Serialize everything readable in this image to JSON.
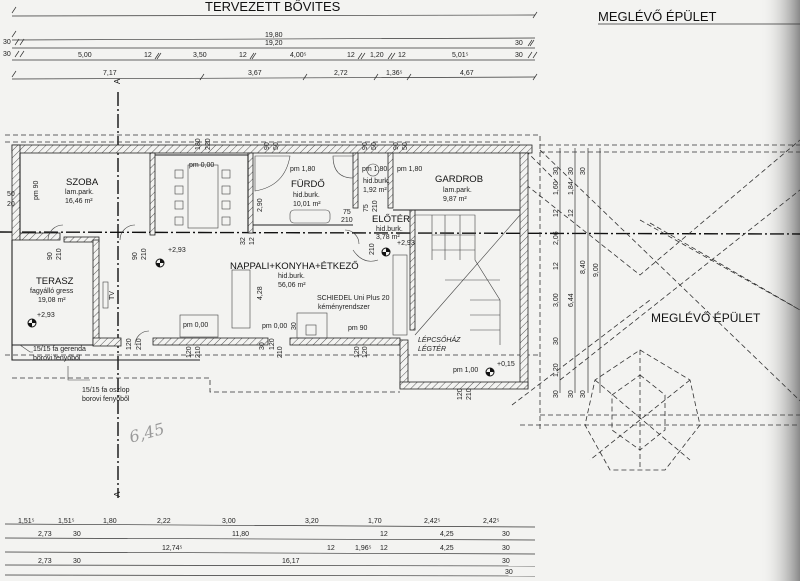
{
  "titles": {
    "planned_extension": "TERVEZETT BŐVITES",
    "existing_building_top": "MEGLÉVŐ ÉPÜLET",
    "existing_building_main": "MEGLÉVŐ ÉPÜLET",
    "section_mark": "A"
  },
  "top_dims": {
    "row1": [
      "19,80"
    ],
    "row2": [
      "30",
      "19,20",
      "30"
    ],
    "row3": [
      "30",
      "5,00",
      "12",
      "3,50",
      "12",
      "4,00⁵",
      "12",
      "1,20",
      "12",
      "5,01⁵",
      "30"
    ],
    "row4": [
      "7,17",
      "3,67",
      "2,72",
      "1,36⁵",
      "4,67"
    ]
  },
  "bottom_dims": {
    "row1": [
      "1,51⁵",
      "1,51⁵",
      "1,80",
      "2,22",
      "3,00",
      "3,20",
      "1,70",
      "2,42⁵",
      "2,42⁵"
    ],
    "row2": [
      "2,73",
      "30",
      "11,80",
      "12",
      "4,25",
      "30"
    ],
    "row3": [
      "12,74⁵",
      "12",
      "1,96⁵",
      "12",
      "4,25",
      "30"
    ],
    "row4": [
      "2,73",
      "30",
      "16,17",
      "30"
    ]
  },
  "right_dims": {
    "col1": [
      "30",
      "1,60",
      "12",
      "2,06",
      "12",
      "3,00",
      "30",
      "1,20",
      "30"
    ],
    "col2": [
      "30",
      "1,84",
      "12",
      "6,44",
      "30"
    ],
    "col3": [
      "30",
      "8,40",
      "30"
    ],
    "col4": [
      "9,00"
    ]
  },
  "rooms": {
    "szoba": {
      "name": "SZOBA",
      "floor": "lam.park.",
      "area": "16,46 m²"
    },
    "furdo": {
      "name": "FÜRDŐ",
      "floor": "hid.burk.",
      "area": "10,01 m²",
      "level": "pm 1,80"
    },
    "wc": {
      "level": "pm 1,80",
      "floor": "hid.burk.",
      "area": "1,92 m²"
    },
    "gardrob": {
      "name": "GARDROB",
      "floor": "lam.park.",
      "area": "9,87 m²",
      "level": "pm 1,80"
    },
    "eloter": {
      "name": "ELŐTÉR",
      "floor": "hid.burk.",
      "area": "3,78 m²"
    },
    "terasz": {
      "name": "TERASZ",
      "floor": "fagyálló gress",
      "area": "19,08 m²"
    },
    "nappali": {
      "name": "NAPPALI+KONYHA+ÉTKEZŐ",
      "floor": "hid.burk.",
      "area": "56,06 m²"
    },
    "lepcsohaz": {
      "name": "LÉPCSŐHÁZ",
      "sub": "LÉGTÉR",
      "level": "pm 1,00"
    }
  },
  "annotations": {
    "dining_level": "pm 0,00",
    "sofa_level": "pm 0,00",
    "living_level": "pm 0,00",
    "kitchen_level": "pm 90",
    "szoba_window": "pm 90",
    "chimney_1": "SCHIEDEL Uni Plus 20",
    "chimney_2": "kéményrendszer",
    "tv": "TV",
    "beam_1": "15/15 fa gerenda",
    "beam_2": "borovi fenyőből",
    "post_1": "15/15 fa oszlop",
    "post_2": "borovi fenyőből",
    "elev_1": "+2,93",
    "elev_2": "+2,93",
    "elev_3": "+2,93",
    "elev_4": "+0,15",
    "height_428": "4,28",
    "height_290": "2,90",
    "handwritten": "6,45"
  },
  "openings": [
    "50",
    "20",
    "180",
    "220",
    "90",
    "50",
    "90",
    "50",
    "90",
    "50",
    "90",
    "210",
    "90",
    "210",
    "75",
    "210",
    "75",
    "210",
    "210",
    "120",
    "210",
    "120",
    "210",
    "30",
    "120",
    "210",
    "120",
    "120",
    "120",
    "210",
    "30",
    "32",
    "12"
  ]
}
